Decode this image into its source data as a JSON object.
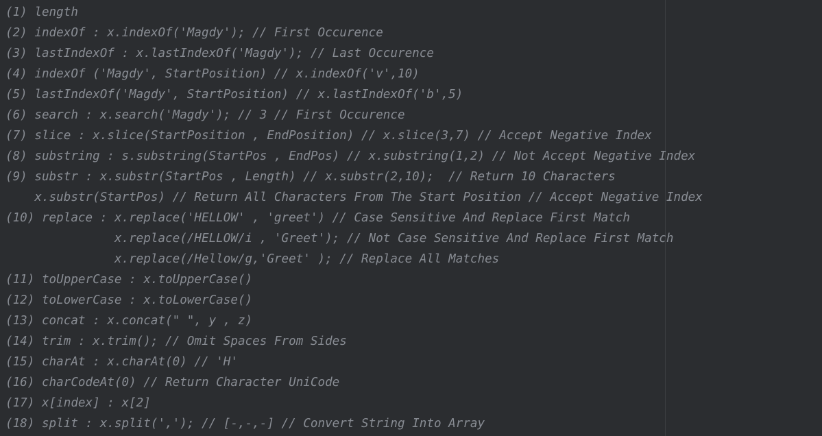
{
  "editor": {
    "colors": {
      "background": "#2b2d30",
      "comment_text": "#888c93",
      "margin_guide": "#3c3e41"
    },
    "lines": [
      "(1) length",
      "(2) indexOf : x.indexOf('Magdy'); // First Occurence",
      "(3) lastIndexOf : x.lastIndexOf('Magdy'); // Last Occurence",
      "(4) indexOf ('Magdy', StartPosition) // x.indexOf('v',10)",
      "(5) lastIndexOf('Magdy', StartPosition) // x.lastIndexOf('b',5)",
      "(6) search : x.search('Magdy'); // 3 // First Occurence",
      "(7) slice : x.slice(StartPosition , EndPosition) // x.slice(3,7) // Accept Negative Index",
      "(8) substring : s.substring(StartPos , EndPos) // x.substring(1,2) // Not Accept Negative Index",
      "(9) substr : x.substr(StartPos , Length) // x.substr(2,10);  // Return 10 Characters",
      "    x.substr(StartPos) // Return All Characters From The Start Position // Accept Negative Index",
      "(10) replace : x.replace('HELLOW' , 'greet') // Case Sensitive And Replace First Match",
      "               x.replace(/HELLOW/i , 'Greet'); // Not Case Sensitive And Replace First Match",
      "               x.replace(/Hellow/g,'Greet' ); // Replace All Matches",
      "(11) toUpperCase : x.toUpperCase()",
      "(12) toLowerCase : x.toLowerCase()",
      "(13) concat : x.concat(\" \", y , z)",
      "(14) trim : x.trim(); // Omit Spaces From Sides",
      "(15) charAt : x.charAt(0) // 'H'",
      "(16) charCodeAt(0) // Return Character UniCode",
      "(17) x[index] : x[2]",
      "(18) split : x.split(','); // [-,-,-] // Convert String Into Array"
    ]
  }
}
